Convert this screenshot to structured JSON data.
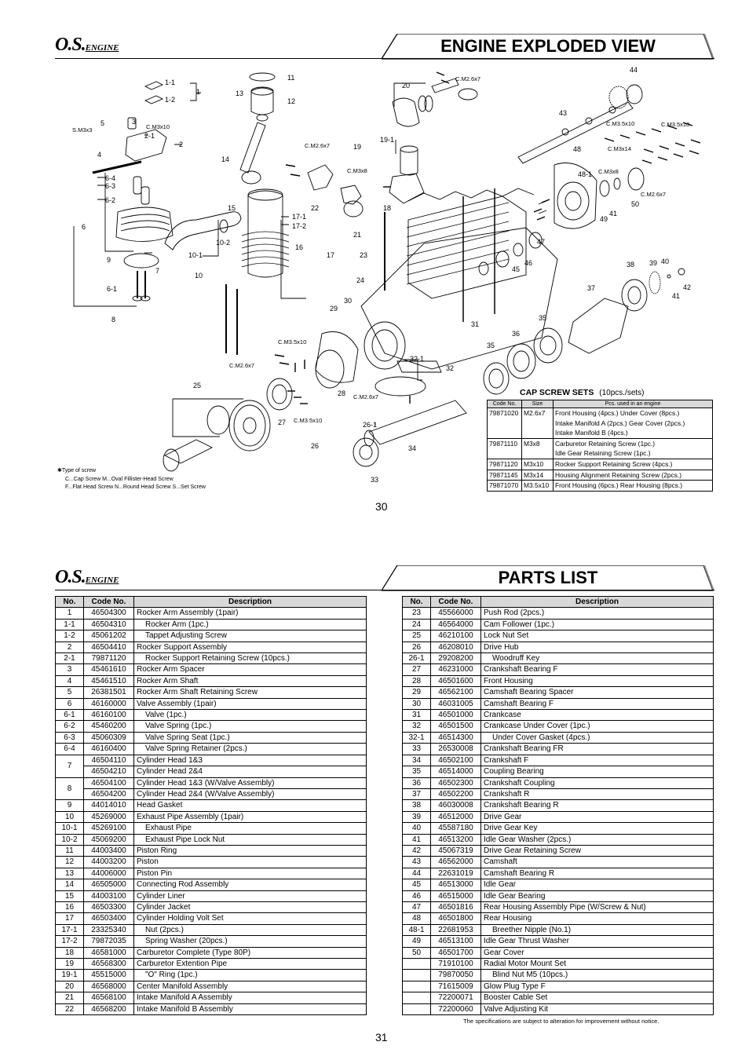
{
  "brand": {
    "logo_main": "O.S.",
    "logo_sub": "ENGINE"
  },
  "top": {
    "title": "ENGINE EXPLODED VIEW",
    "page_number": "30"
  },
  "bottom": {
    "title": "PARTS LIST",
    "page_number": "31",
    "footnote": "The specifications are subject to alteration for improvement without notice."
  },
  "screw_legend": {
    "title": "✱Type of screw",
    "line1": "C...Cap Screw  M...Oval Fillister-Head Screw",
    "line2": "F...Flat Head Screw  N...Round Head Screw  S...Set Screw"
  },
  "cap_screw_sets": {
    "title": "CAP SCREW SETS",
    "subtitle": "(10pcs./sets)",
    "headers": [
      "Code No.",
      "Size",
      "Pcs. used in an engine"
    ],
    "rows": [
      {
        "code": "79871020",
        "size": "M2.6x7",
        "lines": [
          "Front Housing (4pcs.)  Under Cover (8pcs.)",
          "Intake Manifold A (2pcs.)  Gear Cover (2pcs.)",
          "Intake Manifold B (4pcs.)"
        ]
      },
      {
        "code": "79871110",
        "size": "M3x8",
        "lines": [
          "Carburetor Retaining Screw (1pc.)",
          "Idle Gear Retaining Screw (1pc.)"
        ]
      },
      {
        "code": "79871120",
        "size": "M3x10",
        "lines": [
          "Rocker Support Retaining Screw (4pcs.)"
        ]
      },
      {
        "code": "79871145",
        "size": "M3x14",
        "lines": [
          "Housing Alignment Retaining Screw (2pcs.)"
        ]
      },
      {
        "code": "79871070",
        "size": "M3.5x10",
        "lines": [
          "Front Housing (6pcs.) Rear Housing (8pcs.)"
        ]
      }
    ]
  },
  "diagram_labels": [
    "1-1",
    "1",
    "1-2",
    "13",
    "11",
    "12",
    "3",
    "5",
    "S.M3x3",
    "C.M3x10",
    "2-1",
    "2",
    "4",
    "14",
    "6-4",
    "6-3",
    "6-2",
    "6",
    "15",
    "9",
    "7",
    "10-1",
    "10",
    "10-2",
    "6-1",
    "8",
    "16",
    "17",
    "17-1",
    "17-2",
    "C.M2.6x7",
    "C.M3x8",
    "22",
    "21",
    "20",
    "C.M2.6x7",
    "19-1",
    "19",
    "18",
    "23",
    "24",
    "29",
    "30",
    "31",
    "C.M3.5x10",
    "C.M2.6x7",
    "28",
    "32-1",
    "32",
    "25",
    "27",
    "C.M3.5x10",
    "26",
    "C.M2.6x7",
    "26-1",
    "34",
    "33",
    "35",
    "36",
    "35",
    "37",
    "38",
    "39",
    "40",
    "41",
    "42",
    "44",
    "43",
    "C.M3.5x10",
    "C.M3.5x10",
    "48",
    "C.M3x14",
    "48-1",
    "C.M3x8",
    "C.M2.6x7",
    "49",
    "41",
    "50",
    "47",
    "46",
    "45"
  ],
  "parts_headers": {
    "no": "No.",
    "code": "Code No.",
    "desc": "Description"
  },
  "parts_left": [
    {
      "no": "1",
      "code": "46504300",
      "desc": "Rocker Arm Assembly (1pair)",
      "ind": false
    },
    {
      "no": "1-1",
      "code": "46504310",
      "desc": "Rocker Arm (1pc.)",
      "ind": true
    },
    {
      "no": "1-2",
      "code": "45061202",
      "desc": "Tappet Adjusting Screw",
      "ind": true
    },
    {
      "no": "2",
      "code": "46504410",
      "desc": "Rocker Support Assembly",
      "ind": false
    },
    {
      "no": "2-1",
      "code": "79871120",
      "desc": "Rocker Support Retaining Screw (10pcs.)",
      "ind": true
    },
    {
      "no": "3",
      "code": "45461610",
      "desc": "Rocker Arm Spacer",
      "ind": false
    },
    {
      "no": "4",
      "code": "45461510",
      "desc": "Rocker Arm Shaft",
      "ind": false
    },
    {
      "no": "5",
      "code": "26381501",
      "desc": "Rocker Arm Shaft Retaining Screw",
      "ind": false
    },
    {
      "no": "6",
      "code": "46160000",
      "desc": "Valve Assembly (1pair)",
      "ind": false
    },
    {
      "no": "6-1",
      "code": "46160100",
      "desc": "Valve (1pc.)",
      "ind": true
    },
    {
      "no": "6-2",
      "code": "45460200",
      "desc": "Valve Spring (1pc.)",
      "ind": true
    },
    {
      "no": "6-3",
      "code": "45060309",
      "desc": "Valve Spring Seat (1pc.)",
      "ind": true
    },
    {
      "no": "6-4",
      "code": "46160400",
      "desc": "Valve Spring Retainer (2pcs.)",
      "ind": true
    },
    {
      "no": "7",
      "code": "46504110",
      "desc": "Cylinder Head 1&3",
      "ind": false,
      "span": 2
    },
    {
      "no": "",
      "code": "46504210",
      "desc": "Cylinder Head 2&4",
      "ind": false,
      "cont": true
    },
    {
      "no": "8",
      "code": "46504100",
      "desc": "Cylinder Head 1&3 (W/Valve Assembly)",
      "ind": false,
      "span": 2
    },
    {
      "no": "",
      "code": "46504200",
      "desc": "Cylinder Head 2&4 (W/Valve Assembly)",
      "ind": false,
      "cont": true
    },
    {
      "no": "9",
      "code": "44014010",
      "desc": "Head Gasket",
      "ind": false
    },
    {
      "no": "10",
      "code": "45269000",
      "desc": "Exhaust Pipe Assembly (1pair)",
      "ind": false
    },
    {
      "no": "10-1",
      "code": "45269100",
      "desc": "Exhaust Pipe",
      "ind": true
    },
    {
      "no": "10-2",
      "code": "45069200",
      "desc": "Exhaust Pipe Lock Nut",
      "ind": true
    },
    {
      "no": "11",
      "code": "44003400",
      "desc": "Piston Ring",
      "ind": false
    },
    {
      "no": "12",
      "code": "44003200",
      "desc": "Piston",
      "ind": false
    },
    {
      "no": "13",
      "code": "44006000",
      "desc": "Piston Pin",
      "ind": false
    },
    {
      "no": "14",
      "code": "46505000",
      "desc": "Connecting Rod Assembly",
      "ind": false
    },
    {
      "no": "15",
      "code": "44003100",
      "desc": "Cylinder Liner",
      "ind": false
    },
    {
      "no": "16",
      "code": "46503300",
      "desc": "Cylinder Jacket",
      "ind": false
    },
    {
      "no": "17",
      "code": "46503400",
      "desc": "Cylinder Holding Volt Set",
      "ind": false
    },
    {
      "no": "17-1",
      "code": "23325340",
      "desc": "Nut (2pcs.)",
      "ind": true
    },
    {
      "no": "17-2",
      "code": "79872035",
      "desc": "Spring Washer (20pcs.)",
      "ind": true
    },
    {
      "no": "18",
      "code": "46581000",
      "desc": "Carburetor Complete (Type 80P)",
      "ind": false
    },
    {
      "no": "19",
      "code": "46568300",
      "desc": "Carburetor Extention Pipe",
      "ind": false
    },
    {
      "no": "19-1",
      "code": "45515000",
      "desc": "\"O\" Ring (1pc.)",
      "ind": true
    },
    {
      "no": "20",
      "code": "46568000",
      "desc": "Center Manifold Assembly",
      "ind": false
    },
    {
      "no": "21",
      "code": "46568100",
      "desc": "Intake Manifold A Assembly",
      "ind": false
    },
    {
      "no": "22",
      "code": "46568200",
      "desc": "Intake Manifold B Assembly",
      "ind": false
    }
  ],
  "parts_right": [
    {
      "no": "23",
      "code": "45566000",
      "desc": "Push Rod (2pcs.)",
      "ind": false
    },
    {
      "no": "24",
      "code": "46564000",
      "desc": "Cam Follower (1pc.)",
      "ind": false
    },
    {
      "no": "25",
      "code": "46210100",
      "desc": "Lock Nut Set",
      "ind": false
    },
    {
      "no": "26",
      "code": "46208010",
      "desc": "Drive Hub",
      "ind": false
    },
    {
      "no": "26-1",
      "code": "29208200",
      "desc": "Woodruff Key",
      "ind": true
    },
    {
      "no": "27",
      "code": "46231000",
      "desc": "Crankshaft Bearing F",
      "ind": false
    },
    {
      "no": "28",
      "code": "46501600",
      "desc": "Front Housing",
      "ind": false
    },
    {
      "no": "29",
      "code": "46562100",
      "desc": "Camshaft Bearing Spacer",
      "ind": false
    },
    {
      "no": "30",
      "code": "46031005",
      "desc": "Camshaft Bearing F",
      "ind": false
    },
    {
      "no": "31",
      "code": "46501000",
      "desc": "Crankcase",
      "ind": false
    },
    {
      "no": "32",
      "code": "46501500",
      "desc": "Crankcase Under Cover (1pc.)",
      "ind": false
    },
    {
      "no": "32-1",
      "code": "46514300",
      "desc": "Under Cover Gasket (4pcs.)",
      "ind": true
    },
    {
      "no": "33",
      "code": "26530008",
      "desc": "Crankshaft Bearing FR",
      "ind": false
    },
    {
      "no": "34",
      "code": "46502100",
      "desc": "Crankshaft F",
      "ind": false
    },
    {
      "no": "35",
      "code": "46514000",
      "desc": "Coupling Bearing",
      "ind": false
    },
    {
      "no": "36",
      "code": "46502300",
      "desc": "Crankshaft Coupling",
      "ind": false
    },
    {
      "no": "37",
      "code": "46502200",
      "desc": "Crankshaft R",
      "ind": false
    },
    {
      "no": "38",
      "code": "46030008",
      "desc": "Crankshaft Bearing R",
      "ind": false
    },
    {
      "no": "39",
      "code": "46512000",
      "desc": "Drive Gear",
      "ind": false
    },
    {
      "no": "40",
      "code": "45587180",
      "desc": "Drive Gear Key",
      "ind": false
    },
    {
      "no": "41",
      "code": "46513200",
      "desc": "Idle Gear Washer (2pcs.)",
      "ind": false
    },
    {
      "no": "42",
      "code": "45067319",
      "desc": "Drive Gear Retaining Screw",
      "ind": false
    },
    {
      "no": "43",
      "code": "46562000",
      "desc": "Camshaft",
      "ind": false
    },
    {
      "no": "44",
      "code": "22631019",
      "desc": "Camshaft Bearing R",
      "ind": false
    },
    {
      "no": "45",
      "code": "46513000",
      "desc": "Idle Gear",
      "ind": false
    },
    {
      "no": "46",
      "code": "46515000",
      "desc": "Idle Gear Bearing",
      "ind": false
    },
    {
      "no": "47",
      "code": "46501816",
      "desc": "Rear Housing Assembly Pipe (W/Screw & Nut)",
      "ind": false
    },
    {
      "no": "48",
      "code": "46501800",
      "desc": "Rear Housing",
      "ind": false
    },
    {
      "no": "48-1",
      "code": "22681953",
      "desc": "Breether Nipple (No.1)",
      "ind": true
    },
    {
      "no": "49",
      "code": "46513100",
      "desc": "Idle Gear Thrust Washer",
      "ind": false
    },
    {
      "no": "50",
      "code": "46501700",
      "desc": "Gear Cover",
      "ind": false
    },
    {
      "no": "",
      "code": "71910100",
      "desc": "Radial Motor Mount Set",
      "ind": false
    },
    {
      "no": "",
      "code": "79870050",
      "desc": "Blind Nut M5 (10pcs.)",
      "ind": true
    },
    {
      "no": "",
      "code": "71615009",
      "desc": "Glow Plug Type F",
      "ind": false
    },
    {
      "no": "",
      "code": "72200071",
      "desc": "Booster Cable Set",
      "ind": false
    },
    {
      "no": "",
      "code": "72200060",
      "desc": "Valve Adjusting Kit",
      "ind": false
    }
  ]
}
